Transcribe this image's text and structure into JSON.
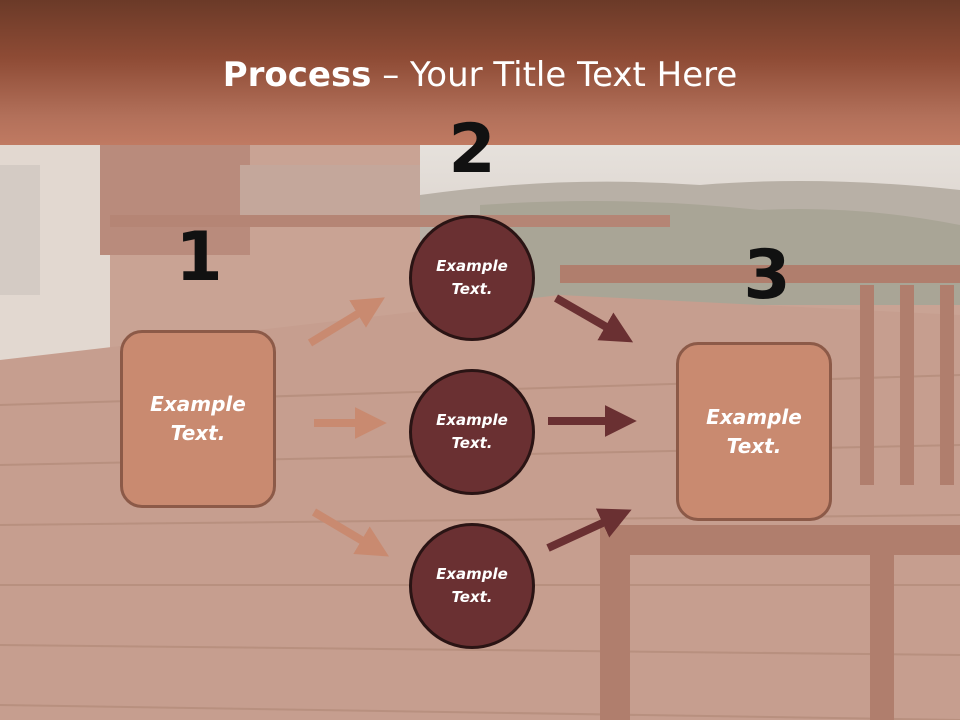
{
  "title": {
    "bold": "Process",
    "rest": " – Your Title Text Here"
  },
  "steps": {
    "one": {
      "number": "1",
      "text": "Example\nText."
    },
    "two": {
      "number": "2"
    },
    "three": {
      "number": "3",
      "text": "Example\nText."
    }
  },
  "circles": [
    {
      "text": "Example\nText."
    },
    {
      "text": "Example\nText."
    },
    {
      "text": "Example\nText."
    }
  ],
  "colors": {
    "light_arrow": "#c98a70",
    "dark_arrow": "#6a3032",
    "box_fill": "#c98a70",
    "circle_fill": "#6a3032"
  }
}
